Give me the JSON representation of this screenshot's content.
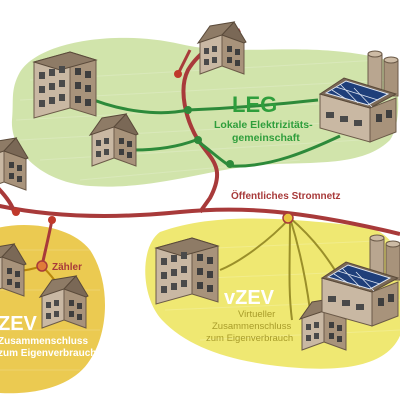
{
  "leg": {
    "abbr": "LEG",
    "line1": "Lokale Elektrizitäts-",
    "line2": "gemeinschaft"
  },
  "grid": {
    "label": "Öffentliches Stromnetz"
  },
  "meter": {
    "label": "Zähler"
  },
  "zev": {
    "abbr": "ZEV",
    "line1": "Zusammenschluss",
    "line2": "zum Eigenverbrauch"
  },
  "vzev": {
    "abbr": "vZEV",
    "line1": "Virtueller",
    "line2": "Zusammenschluss",
    "line3": "zum Eigenverbrauch"
  },
  "colors": {
    "leg_zone": "#cfe3a6",
    "leg_accent": "#2f9e3c",
    "zev_zone": "#e9c43e",
    "vzev_zone": "#eee76a",
    "grid_line": "#a83a3a",
    "node": "#c0392b",
    "green_line": "#2d8a3a",
    "zev_text": "#b8860b",
    "vzev_text": "#a89c2a"
  }
}
